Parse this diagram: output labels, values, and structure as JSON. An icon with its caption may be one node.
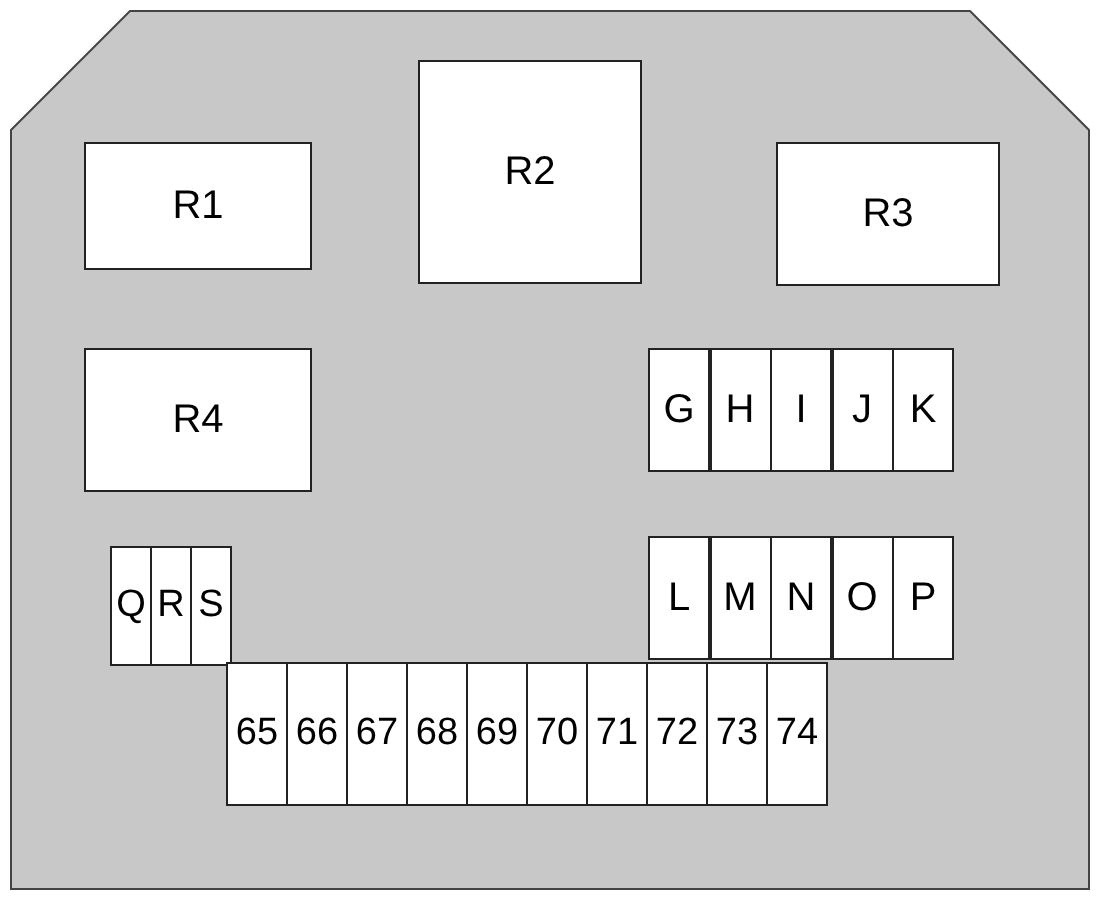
{
  "diagram": {
    "nodes": [
      {
        "text": [],
        "shape": "box"
      },
      {
        "text": [
          "R1"
        ],
        "in": 0
      },
      {
        "text": [
          "R2"
        ],
        "in": 0
      },
      {
        "text": [
          "R3"
        ],
        "in": 0
      },
      {
        "text": [
          "R4"
        ],
        "in": 0
      },
      {
        "text": [
          "G"
        ],
        "in": 0
      },
      {
        "text": [
          "H"
        ],
        "in": 0
      },
      {
        "text": [
          "I"
        ],
        "in": 0
      },
      {
        "text": [
          "J"
        ],
        "in": 0
      },
      {
        "text": [
          "K"
        ],
        "in": 0
      },
      {
        "text": [
          "L"
        ],
        "in": 0
      },
      {
        "text": [
          "M"
        ],
        "in": 0
      },
      {
        "text": [
          "N"
        ],
        "in": 0
      },
      {
        "text": [
          "O"
        ],
        "in": 0
      },
      {
        "text": [
          "P"
        ],
        "in": 0
      },
      {
        "text": [
          "Q"
        ],
        "in": 0
      },
      {
        "text": [
          "R"
        ],
        "in": 0
      },
      {
        "text": [
          "S"
        ],
        "in": 0
      },
      {
        "text": [
          "65"
        ],
        "in": 0
      },
      {
        "text": [
          "66"
        ],
        "in": 0
      },
      {
        "text": [
          "67"
        ],
        "in": 0
      },
      {
        "text": [
          "68"
        ],
        "in": 0
      },
      {
        "text": [
          "69"
        ],
        "in": 0
      },
      {
        "text": [
          "70"
        ],
        "in": 0
      },
      {
        "text": [
          "71"
        ],
        "in": 0
      },
      {
        "text": [
          "72"
        ],
        "in": 0
      },
      {
        "text": [
          "73"
        ],
        "in": 0
      },
      {
        "text": [
          "74"
        ],
        "in": 0
      }
    ]
  }
}
